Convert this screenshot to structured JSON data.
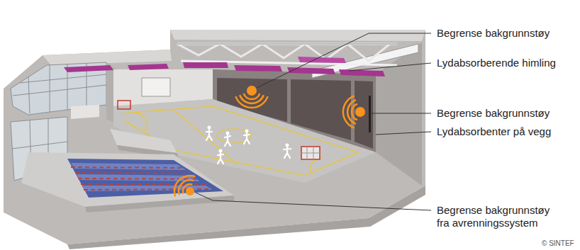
{
  "diagram": {
    "labels": [
      "Begrense bakgrunnstøy",
      "Lydabsorberende himling",
      "Begrense bakgrunnstøy",
      "Lydabsorbenter på vegg",
      "Begrense bakgrunnstøy fra avrenningssystem",
      "© SINTEF"
    ]
  }
}
